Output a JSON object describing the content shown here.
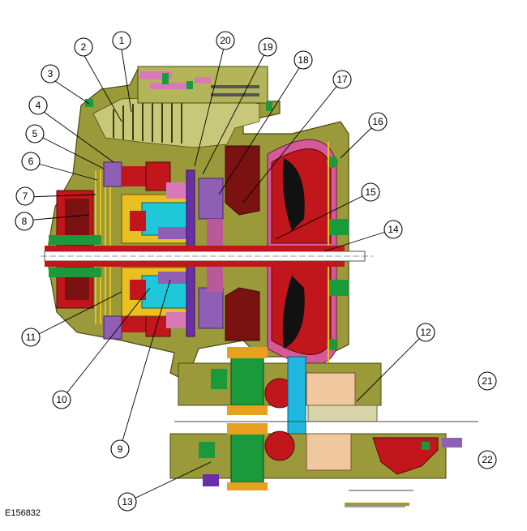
{
  "figure": {
    "reference_code": "E156832",
    "callouts": [
      "1",
      "2",
      "3",
      "4",
      "5",
      "6",
      "7",
      "8",
      "9",
      "10",
      "11",
      "12",
      "13",
      "14",
      "15",
      "16",
      "17",
      "18",
      "19",
      "20",
      "21",
      "22"
    ]
  },
  "colors": {
    "housing": "#8a8a2a",
    "housing_light": "#b4b45a",
    "red": "#c0161c",
    "dark_red": "#7a1212",
    "purple": "#8f5fb5",
    "violet": "#6a2fa8",
    "pink": "#d97ab8",
    "cyan": "#1ec8d8",
    "green": "#1a9a3a",
    "yellow": "#e8c020",
    "orange": "#e8a020",
    "tan": "#f0c8a0",
    "blue_shaft": "#20b8e0",
    "black": "#111111",
    "khaki": "#d8d4a8"
  }
}
